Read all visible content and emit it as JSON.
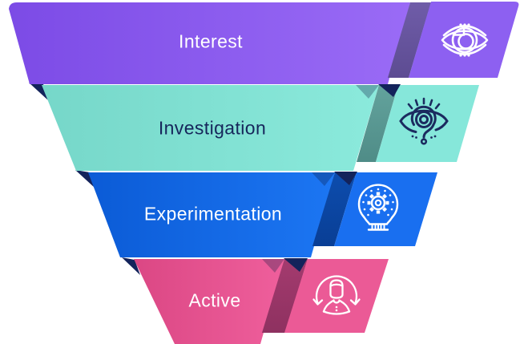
{
  "diagram_title": "",
  "funnel": {
    "type": "funnel-4-stage",
    "joint_shadow": "#13235B",
    "inner_shadow": "rgba(10,22,64,0.30)",
    "stages": [
      {
        "label": "Interest",
        "icon": "vision-eye-icon",
        "text_color": "#FFFFFF",
        "color_left": "#7C4BE6",
        "color_right": "#9A6BF6",
        "badge_color": "#8D60F1",
        "fold_color": "#6F5CA8",
        "fold_dark": "#5D4C92",
        "icon_stroke": "#FFFFFF"
      },
      {
        "label": "Investigation",
        "icon": "search-eye-icon",
        "text_color": "#16265B",
        "color_left": "#76D7C9",
        "color_right": "#8BEADC",
        "badge_color": "#86E7DA",
        "fold_color": "#63A39D",
        "fold_dark": "#4F8C87",
        "icon_stroke": "#1B2B5F"
      },
      {
        "label": "Experimentation",
        "icon": "lightbulb-gear-icon",
        "text_color": "#FFFFFF",
        "color_left": "#0B5BD6",
        "color_right": "#1C76F3",
        "badge_color": "#196FF0",
        "fold_color": "#0D4DAE",
        "fold_dark": "#093E95",
        "icon_stroke": "#FFFFFF"
      },
      {
        "label": "Active",
        "icon": "person-sync-icon",
        "text_color": "#FFFFFF",
        "color_left": "#DB4784",
        "color_right": "#EF5F9C",
        "badge_color": "#EB5A96",
        "fold_color": "#A43B6F",
        "fold_dark": "#8E3160",
        "icon_stroke": "#FFFFFF"
      }
    ]
  }
}
